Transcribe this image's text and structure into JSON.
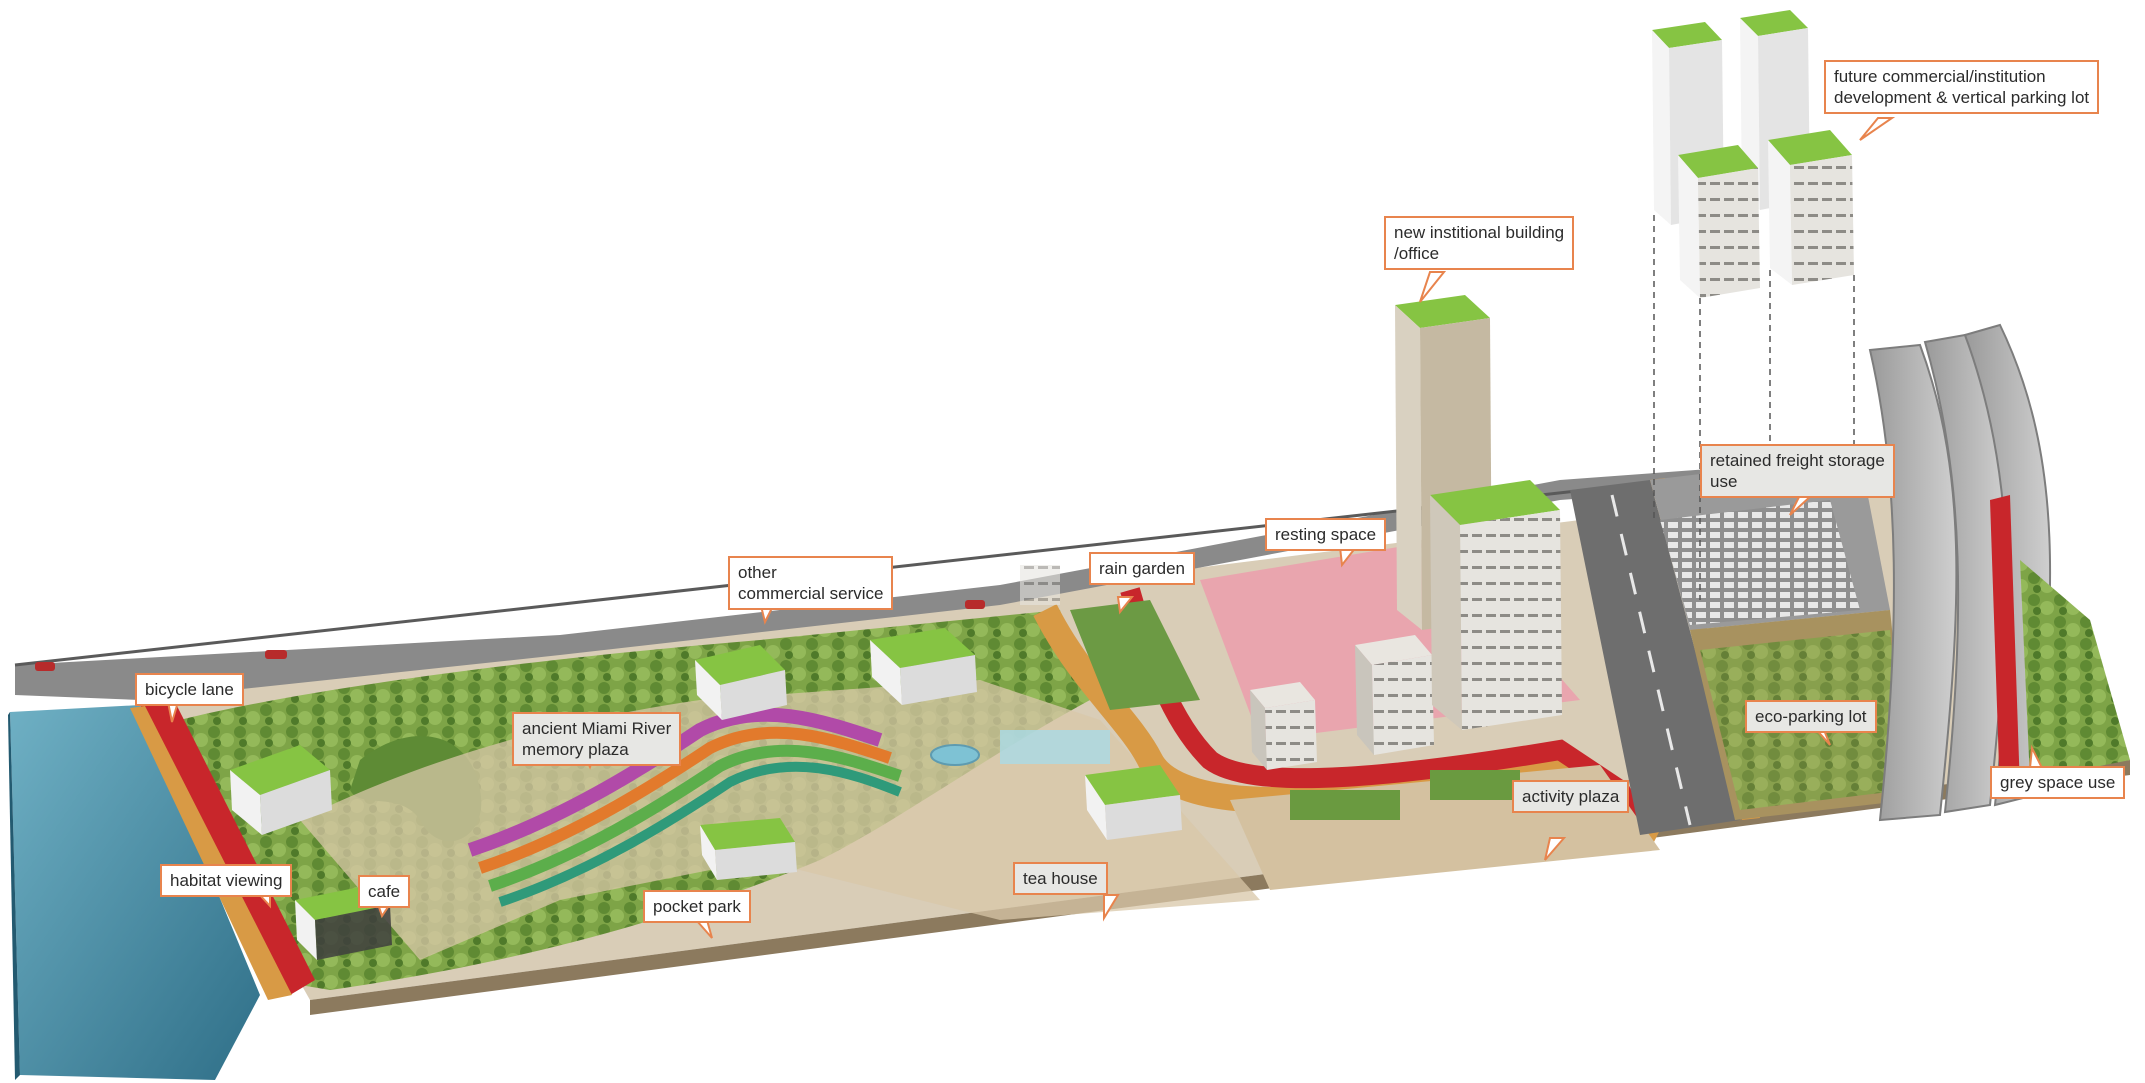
{
  "labels": {
    "bicycle_lane": "bicycle lane",
    "habitat_viewing": "habitat viewing",
    "cafe": "cafe",
    "pocket_park": "pocket park",
    "memory_plaza_line1": "ancient Miami River",
    "memory_plaza_line2": "memory plaza",
    "commercial_line1": "other",
    "commercial_line2": "commercial service",
    "tea_house": "tea house",
    "rain_garden": "rain garden",
    "resting_space": "resting space",
    "institutional_line1": "new institional building",
    "institutional_line2": "/office",
    "activity_plaza": "activity plaza",
    "freight_line1": "retained freight storage",
    "freight_line2": "use",
    "eco_parking": "eco-parking lot",
    "future_line1": "future commercial/institution",
    "future_line2": "development & vertical parking lot",
    "grey_space": "grey space use"
  },
  "colors": {
    "callout_border": "#e8844d",
    "water": "#4d8fa6",
    "bike_lane_red": "#c8262b",
    "path_orange": "#d89a45",
    "vegetation": "#6f9a3e",
    "roof_green": "#86c443",
    "road_grey": "#6e6e6e",
    "plaza_pink": "#e9a5ae"
  }
}
